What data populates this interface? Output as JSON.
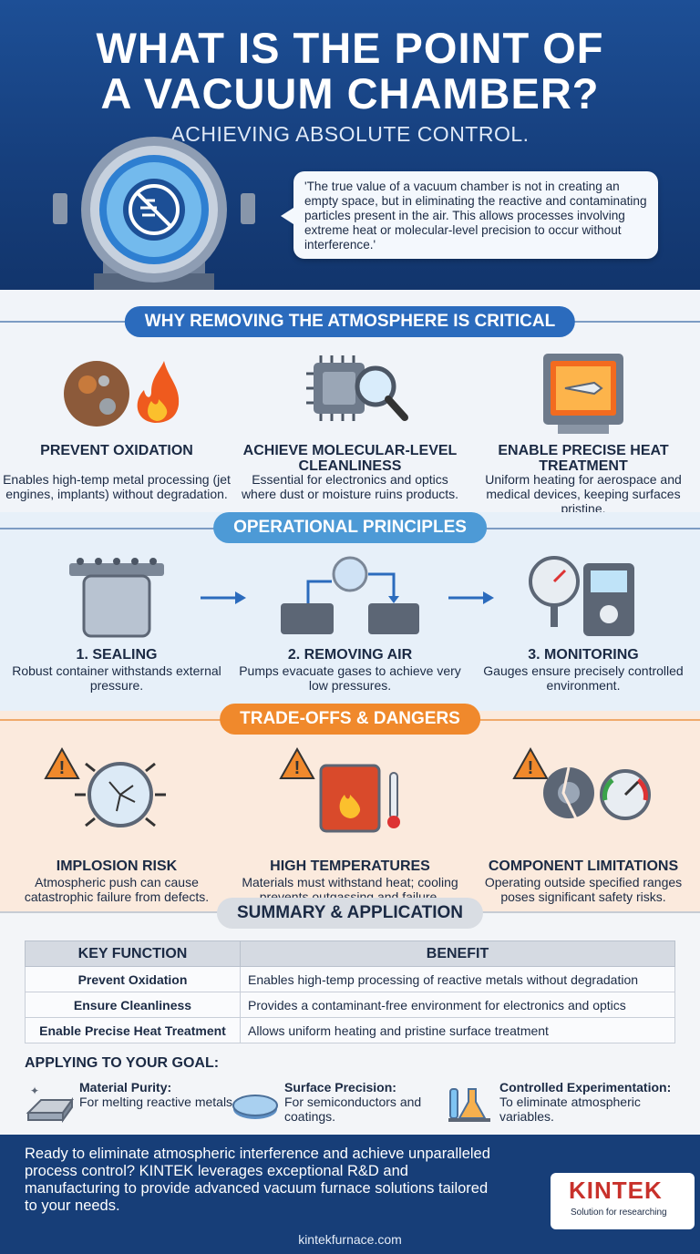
{
  "header": {
    "title_line1": "WHAT IS THE POINT OF",
    "title_line2": "A VACUUM CHAMBER?",
    "subtitle": "ACHIEVING ABSOLUTE CONTROL.",
    "quote": "'The true value of a vacuum chamber is not in creating an empty space, but in eliminating the reactive and contaminating particles present in the air. This allows processes involving extreme heat or molecular-level precision to occur without interference.'"
  },
  "why": {
    "heading": "WHY REMOVING THE ATMOSPHERE IS CRITICAL",
    "items": [
      {
        "title": "PREVENT OXIDATION",
        "desc": "Enables high-temp metal processing (jet engines, implants) without degradation.",
        "icon": "rusted-sphere-flame-icon"
      },
      {
        "title": "ACHIEVE MOLECULAR-LEVEL CLEANLINESS",
        "desc": "Essential for electronics and optics where dust or moisture ruins products.",
        "icon": "microchip-magnifier-icon"
      },
      {
        "title": "ENABLE PRECISE HEAT TREATMENT",
        "desc": "Uniform heating for aerospace and medical devices, keeping surfaces pristine.",
        "icon": "furnace-part-icon"
      }
    ]
  },
  "principles": {
    "heading": "OPERATIONAL PRINCIPLES",
    "items": [
      {
        "title": "1. SEALING",
        "desc": "Robust container withstands external pressure.",
        "icon": "sealed-container-icon"
      },
      {
        "title": "2. REMOVING AIR",
        "desc": "Pumps evacuate gases to achieve very low pressures.",
        "icon": "vacuum-pump-icon"
      },
      {
        "title": "3. MONITORING",
        "desc": "Gauges ensure precisely controlled environment.",
        "icon": "pressure-gauge-monitor-icon"
      }
    ]
  },
  "dangers": {
    "heading": "TRADE-OFFS & DANGERS",
    "items": [
      {
        "title": "IMPLOSION RISK",
        "desc": "Atmospheric push can cause catastrophic failure from defects.",
        "icon": "implosion-warning-icon"
      },
      {
        "title": "HIGH TEMPERATURES",
        "desc": "Materials must withstand heat; cooling prevents outgassing and failure.",
        "icon": "hot-furnace-warning-icon"
      },
      {
        "title": "COMPONENT LIMITATIONS",
        "desc": "Operating outside specified ranges poses significant safety risks.",
        "icon": "broken-gear-gauge-icon"
      }
    ]
  },
  "summary": {
    "heading": "SUMMARY & APPLICATION",
    "col1": "KEY FUNCTION",
    "col2": "BENEFIT",
    "rows": [
      {
        "function": "Prevent Oxidation",
        "benefit": "Enables high-temp processing of reactive metals without degradation"
      },
      {
        "function": "Ensure Cleanliness",
        "benefit": "Provides a contaminant-free environment for electronics and optics"
      },
      {
        "function": "Enable Precise Heat Treatment",
        "benefit": "Allows uniform heating and pristine surface treatment"
      }
    ],
    "apply_heading": "APPLYING TO YOUR GOAL:",
    "goals": [
      {
        "title": "Material Purity:",
        "desc": "For melting reactive metals.",
        "icon": "metal-ingot-icon"
      },
      {
        "title": "Surface Precision:",
        "desc": "For semiconductors and coatings.",
        "icon": "optical-disc-icon"
      },
      {
        "title": "Controlled Experimentation:",
        "desc": "To eliminate atmospheric variables.",
        "icon": "lab-flasks-icon"
      }
    ]
  },
  "footer": {
    "text": "Ready to eliminate atmospheric interference and achieve unparalleled process control? KINTEK leverages exceptional R&D and manufacturing to provide advanced vacuum furnace solutions tailored to your needs.",
    "brand": "KINTEK",
    "tagline": "Solution for researching",
    "url": "kintekfurnace.com"
  },
  "colors": {
    "header_blue": "#1d4f96",
    "section_blue": "#2b6bbd",
    "section_orange": "#f0892c",
    "brand_red": "#c8312b"
  }
}
